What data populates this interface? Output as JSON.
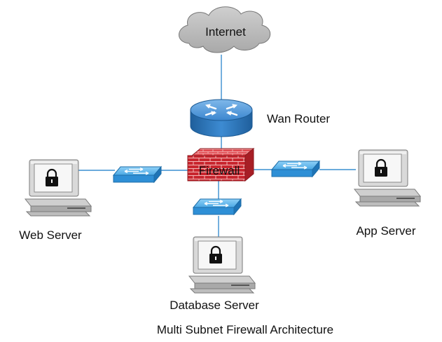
{
  "nodes": {
    "internet": {
      "label": "Internet",
      "icon": "cloud-icon"
    },
    "router": {
      "label": "Wan Router",
      "icon": "router-icon"
    },
    "firewall": {
      "label": "Firewall",
      "icon": "firewall-icon"
    },
    "web_server": {
      "label": "Web Server",
      "icon": "locked-computer-icon"
    },
    "app_server": {
      "label": "App Server",
      "icon": "locked-computer-icon"
    },
    "database_server": {
      "label": "Database Server",
      "icon": "locked-computer-icon"
    },
    "switch_icon": "switch-icon"
  },
  "caption": "Multi Subnet Firewall Architecture",
  "colors": {
    "cloud": "#b7b7b7",
    "router": "#2f7fc7",
    "switch": "#2e8fd6",
    "firewall_brick": "#c8262e",
    "link": "#3a8fd0",
    "computer_body": "#d6d6d6"
  }
}
